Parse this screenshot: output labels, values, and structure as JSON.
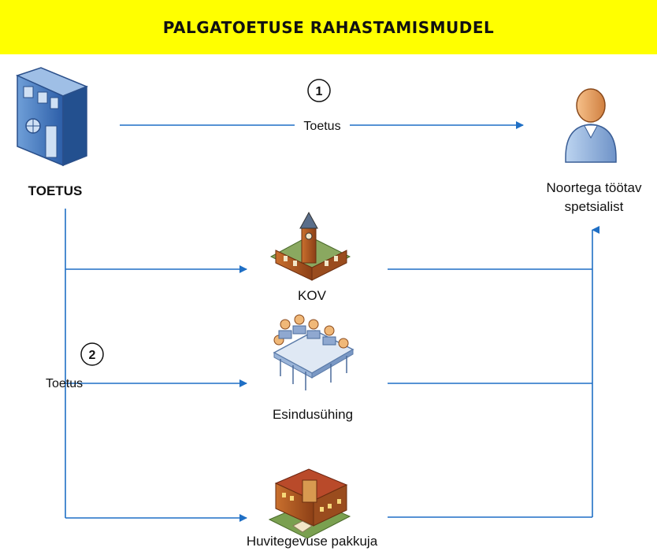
{
  "title": "PALGATOETUSE RAHASTAMISMUDEL",
  "source": {
    "label": "TOETUS"
  },
  "recipient": {
    "label_line1": "Noortega töötav",
    "label_line2": "spetsialist"
  },
  "route1": {
    "number": "1",
    "label": "Toetus"
  },
  "route2": {
    "number": "2",
    "label": "Toetus"
  },
  "intermediaries": [
    {
      "label": "KOV",
      "icon": "town-hall-icon"
    },
    {
      "label": "Esindusühing",
      "icon": "meeting-group-icon"
    },
    {
      "label": "Huvitegevuse pakkuja",
      "icon": "school-building-icon"
    }
  ],
  "colors": {
    "banner": "#ffff00",
    "arrow": "#1f6fc5"
  }
}
